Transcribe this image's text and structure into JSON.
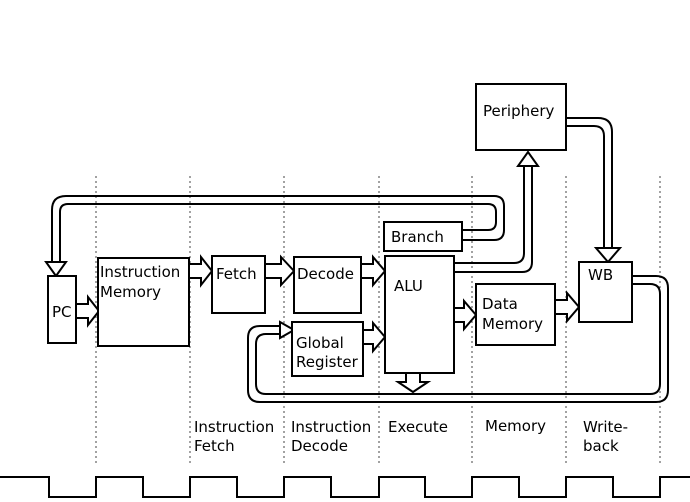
{
  "blocks": {
    "pc": "PC",
    "instruction_memory": [
      "Instruction",
      "Memory"
    ],
    "fetch": "Fetch",
    "decode": "Decode",
    "global_register": [
      "Global",
      "Register"
    ],
    "branch": "Branch",
    "alu": "ALU",
    "data_memory": [
      "Data",
      "Memory"
    ],
    "wb": "WB",
    "periphery": "Periphery"
  },
  "stages": {
    "instruction_fetch": [
      "Instruction",
      "Fetch"
    ],
    "instruction_decode": [
      "Instruction",
      "Decode"
    ],
    "execute": "Execute",
    "memory": "Memory",
    "write_back": [
      "Write-",
      "back"
    ]
  }
}
